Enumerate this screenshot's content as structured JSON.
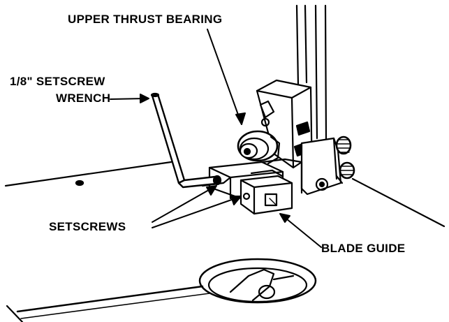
{
  "labels": {
    "upper_thrust_bearing": "UPPER THRUST BEARING",
    "setscrew_wrench_line1": "1/8\" SETSCREW",
    "setscrew_wrench_line2": "WRENCH",
    "setscrews": "SETSCREWS",
    "blade_guide": "BLADE GUIDE"
  },
  "colors": {
    "ink": "#000000",
    "paper": "#ffffff"
  }
}
